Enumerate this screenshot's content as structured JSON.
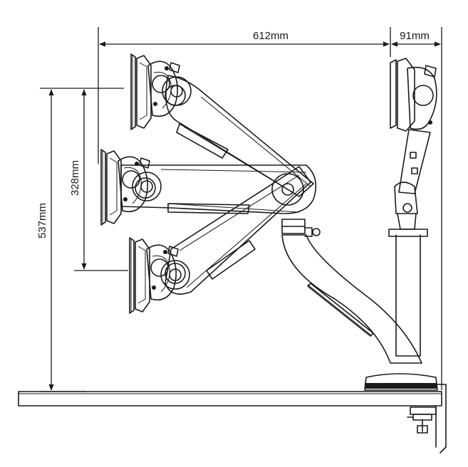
{
  "dimensions": {
    "width_arm": "612mm",
    "width_side": "91mm",
    "height_total": "537mm",
    "height_range": "328mm"
  },
  "colors": {
    "line": "#1a1a1a",
    "background": "#ffffff",
    "shade": "#d9d9d9"
  }
}
